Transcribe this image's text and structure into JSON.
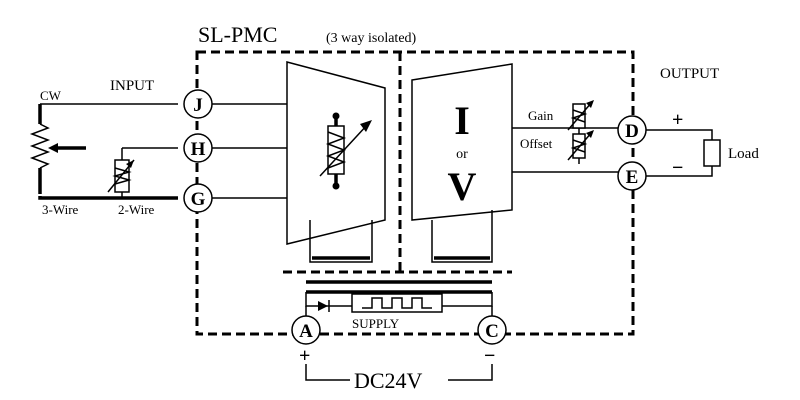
{
  "diagram": {
    "title": "SL-PMC",
    "subtitle": "(3 way isolated)",
    "input_label": "INPUT",
    "output_label": "OUTPUT",
    "cw_label": "CW",
    "three_wire_label": "3-Wire",
    "two_wire_label": "2-Wire",
    "terminals": {
      "J": "J",
      "H": "H",
      "G": "G",
      "D": "D",
      "E": "E",
      "A": "A",
      "C": "C"
    },
    "converter": {
      "top": "I",
      "middle": "or",
      "bottom": "V"
    },
    "gain_label": "Gain",
    "offset_label": "Offset",
    "load_label": "Load",
    "supply_label": "SUPPLY",
    "supply_voltage": "DC24V",
    "plus_sign": "+",
    "minus_sign": "−"
  }
}
